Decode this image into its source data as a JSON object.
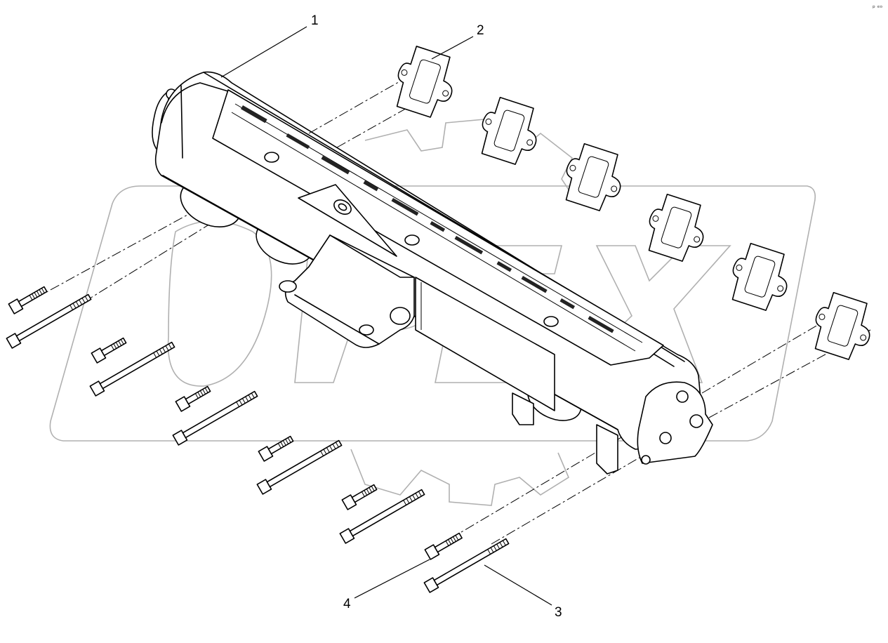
{
  "callouts": {
    "c1": "1",
    "c2": "2",
    "c3": "3",
    "c4": "4"
  },
  "corner_mark": "ᵖ ᵉᵒ",
  "colors": {
    "line": "#000000",
    "watermark": "#b0b0b0",
    "background": "#ffffff"
  },
  "parts": {
    "1": "exhaust-manifold",
    "2": "gasket",
    "3": "long-bolt",
    "4": "short-bolt"
  }
}
